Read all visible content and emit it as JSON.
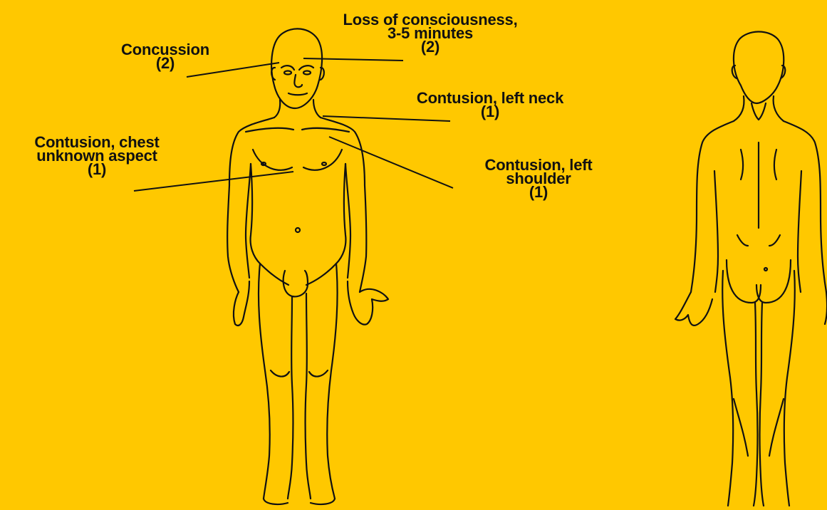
{
  "background_color": "#FFC800",
  "ink_color": "#111111",
  "figures": {
    "front": "front-body-outline",
    "back": "back-body-outline"
  },
  "labels": {
    "loss_of_consciousness": {
      "line1": "Loss of consciousness,",
      "line2": "3-5 minutes",
      "line3": "(2)"
    },
    "concussion": {
      "line1": "Concussion",
      "line2": "(2)"
    },
    "contusion_left_neck": {
      "line1": "Contusion, left neck",
      "line2": "(1)"
    },
    "contusion_chest": {
      "line1": "Contusion, chest",
      "line2": "unknown aspect",
      "line3": "(1)"
    },
    "contusion_left_shoulder": {
      "line1": "Contusion, left",
      "line2": "shoulder",
      "line3": "(1)"
    }
  }
}
